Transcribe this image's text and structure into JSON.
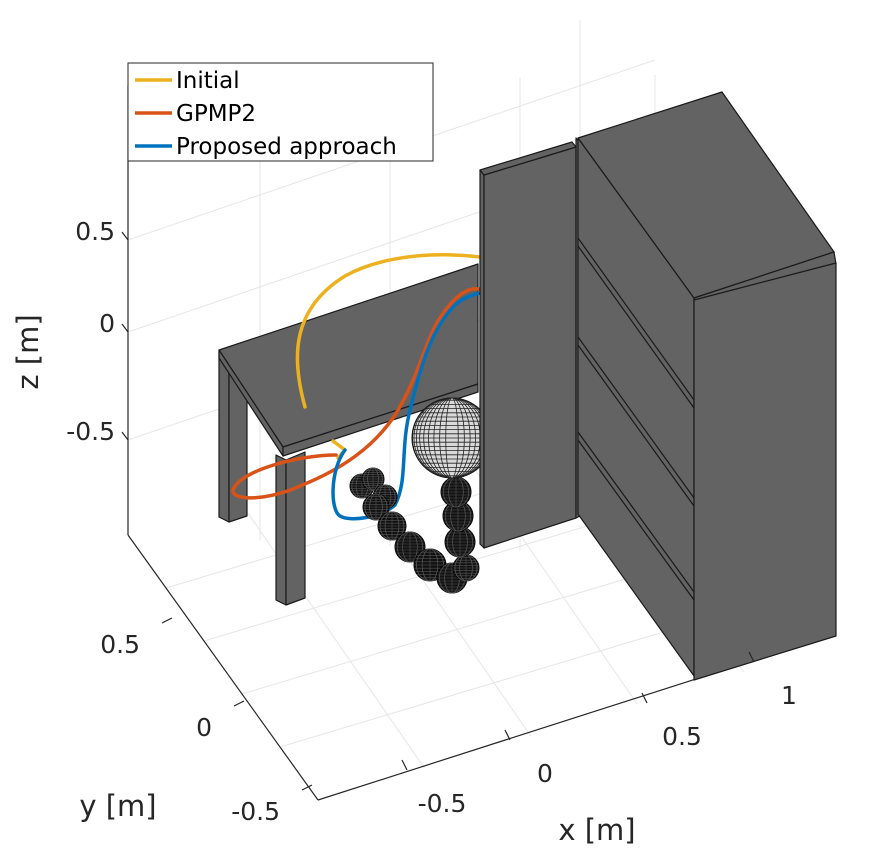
{
  "chart_data": {
    "type": "line",
    "dimensions": "3d",
    "xlabel": "x [m]",
    "ylabel": "y [m]",
    "zlabel": "z [m]",
    "x_ticks": [
      "-0.5",
      "0",
      "0.5",
      "1"
    ],
    "y_ticks": [
      "-0.5",
      "0",
      "0.5"
    ],
    "z_ticks": [
      "-0.5",
      "0",
      "0.5"
    ],
    "grid": true,
    "legend": {
      "placement": "top-left",
      "entries": [
        "Initial",
        "GPMP2",
        "Proposed approach"
      ]
    },
    "series": [
      {
        "name": "Initial",
        "color": "#EDB120"
      },
      {
        "name": "GPMP2",
        "color": "#D95319"
      },
      {
        "name": "Proposed approach",
        "color": "#0072BD"
      }
    ],
    "scene_objects": [
      "table",
      "bookshelf",
      "robot-arm"
    ],
    "obstacle_color": "#636363",
    "robot_color": "#111111"
  }
}
